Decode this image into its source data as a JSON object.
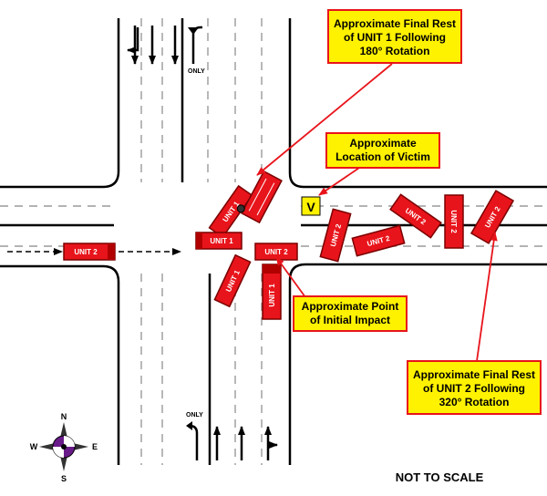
{
  "callouts": {
    "unit1_rest": [
      "Approximate Final Rest",
      "of UNIT 1 Following",
      "180° Rotation"
    ],
    "victim": [
      "Approximate",
      "Location of Victim"
    ],
    "impact": [
      "Approximate Point",
      "of Initial Impact"
    ],
    "unit2_rest": [
      "Approximate Final Rest",
      "of UNIT 2 Following",
      "320° Rotation"
    ]
  },
  "labels": {
    "unit1": "UNIT 1",
    "unit2": "UNIT 2",
    "victim_marker": "V",
    "only_top": "ONLY",
    "only_bottom": "ONLY",
    "not_to_scale": "NOT TO SCALE"
  },
  "compass": {
    "north": "N",
    "south": "S",
    "east": "E",
    "west": "W"
  },
  "colors": {
    "unit": "#e8141b",
    "unit_dark": "#7a0000",
    "callout_bg": "#fff200",
    "callout_border": "#e8141b",
    "road": "#000000"
  }
}
